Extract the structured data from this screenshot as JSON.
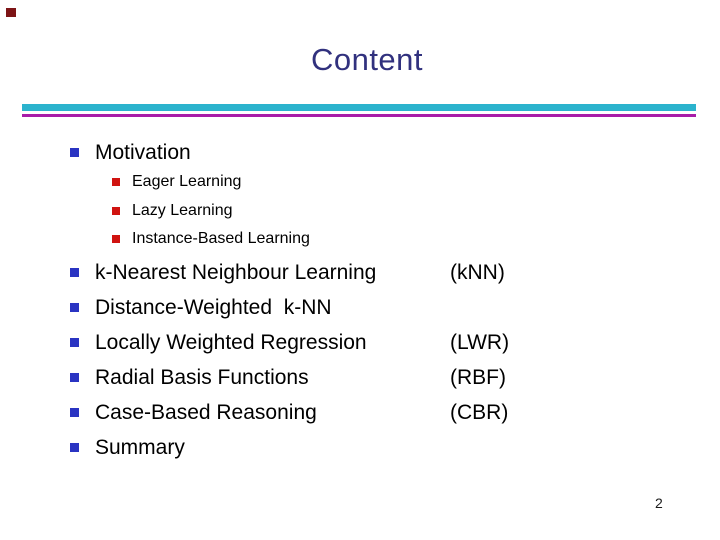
{
  "slide": {
    "title": "Content",
    "page_number": "2"
  },
  "outline": {
    "intro": {
      "label": "Motivation",
      "sub_items": [
        {
          "label": "Eager Learning"
        },
        {
          "label": "Lazy Learning"
        },
        {
          "label": "Instance-Based Learning"
        }
      ]
    },
    "topics": [
      {
        "label": "k-Nearest Neighbour Learning",
        "abbr": "(kNN)"
      },
      {
        "label": "Distance-Weighted  k-NN",
        "abbr": ""
      },
      {
        "label": "Locally Weighted Regression",
        "abbr": "(LWR)"
      },
      {
        "label": "Radial Basis Functions",
        "abbr": "(RBF)"
      },
      {
        "label": "Case-Based Reasoning",
        "abbr": "(CBR)"
      },
      {
        "label": "Summary",
        "abbr": ""
      }
    ]
  },
  "colors": {
    "title_text": "#31317e",
    "body_text": "#000000",
    "level1_bullet": "#2a34c2",
    "level2_bullet": "#d01310",
    "rule_cyan": "#2bb3cd",
    "rule_magenta": "#a81ca8",
    "corner_mark": "#7d1416"
  }
}
